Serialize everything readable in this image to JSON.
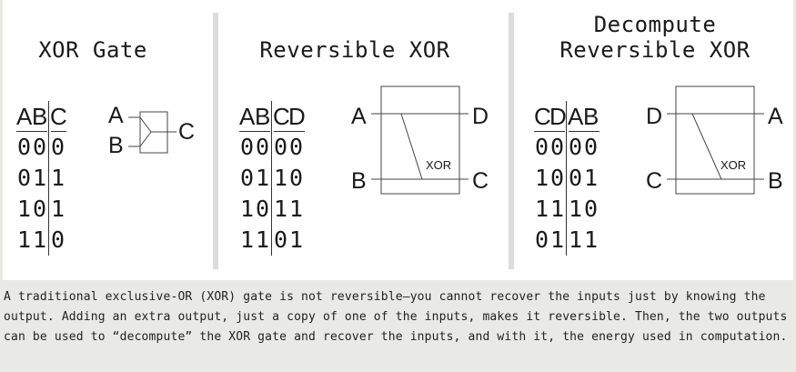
{
  "panels": [
    {
      "title": "XOR Gate",
      "headers": [
        "A",
        "B",
        "C"
      ],
      "rows": [
        [
          "0",
          "0",
          "0"
        ],
        [
          "0",
          "1",
          "1"
        ],
        [
          "1",
          "0",
          "1"
        ],
        [
          "1",
          "1",
          "0"
        ]
      ],
      "diagram": {
        "in_left": [
          "A",
          "B"
        ],
        "out_right": [
          "C"
        ]
      }
    },
    {
      "title": "Reversible XOR",
      "headers": [
        "A",
        "B",
        "C",
        "D"
      ],
      "rows": [
        [
          "0",
          "0",
          "0",
          "0"
        ],
        [
          "0",
          "1",
          "1",
          "0"
        ],
        [
          "1",
          "0",
          "1",
          "1"
        ],
        [
          "1",
          "1",
          "0",
          "1"
        ]
      ],
      "diagram": {
        "left": [
          "A",
          "B"
        ],
        "right": [
          "D",
          "C"
        ],
        "gate_label": "XOR"
      }
    },
    {
      "title_line1": "Decompute",
      "title_line2": "Reversible XOR",
      "headers": [
        "C",
        "D",
        "A",
        "B"
      ],
      "rows": [
        [
          "0",
          "0",
          "0",
          "0"
        ],
        [
          "1",
          "0",
          "0",
          "1"
        ],
        [
          "1",
          "1",
          "1",
          "0"
        ],
        [
          "0",
          "1",
          "1",
          "1"
        ]
      ],
      "diagram": {
        "left": [
          "D",
          "C"
        ],
        "right": [
          "A",
          "B"
        ],
        "gate_label": "XOR"
      }
    }
  ],
  "caption": "A traditional exclusive-OR (XOR) gate is not reversible—you cannot recover the inputs just by knowing the output. Adding an extra output, just a copy of one of the inputs, makes it reversible. Then, the two outputs can be used to “decompute” the XOR gate and recover the inputs, and with it, the energy used in computation."
}
